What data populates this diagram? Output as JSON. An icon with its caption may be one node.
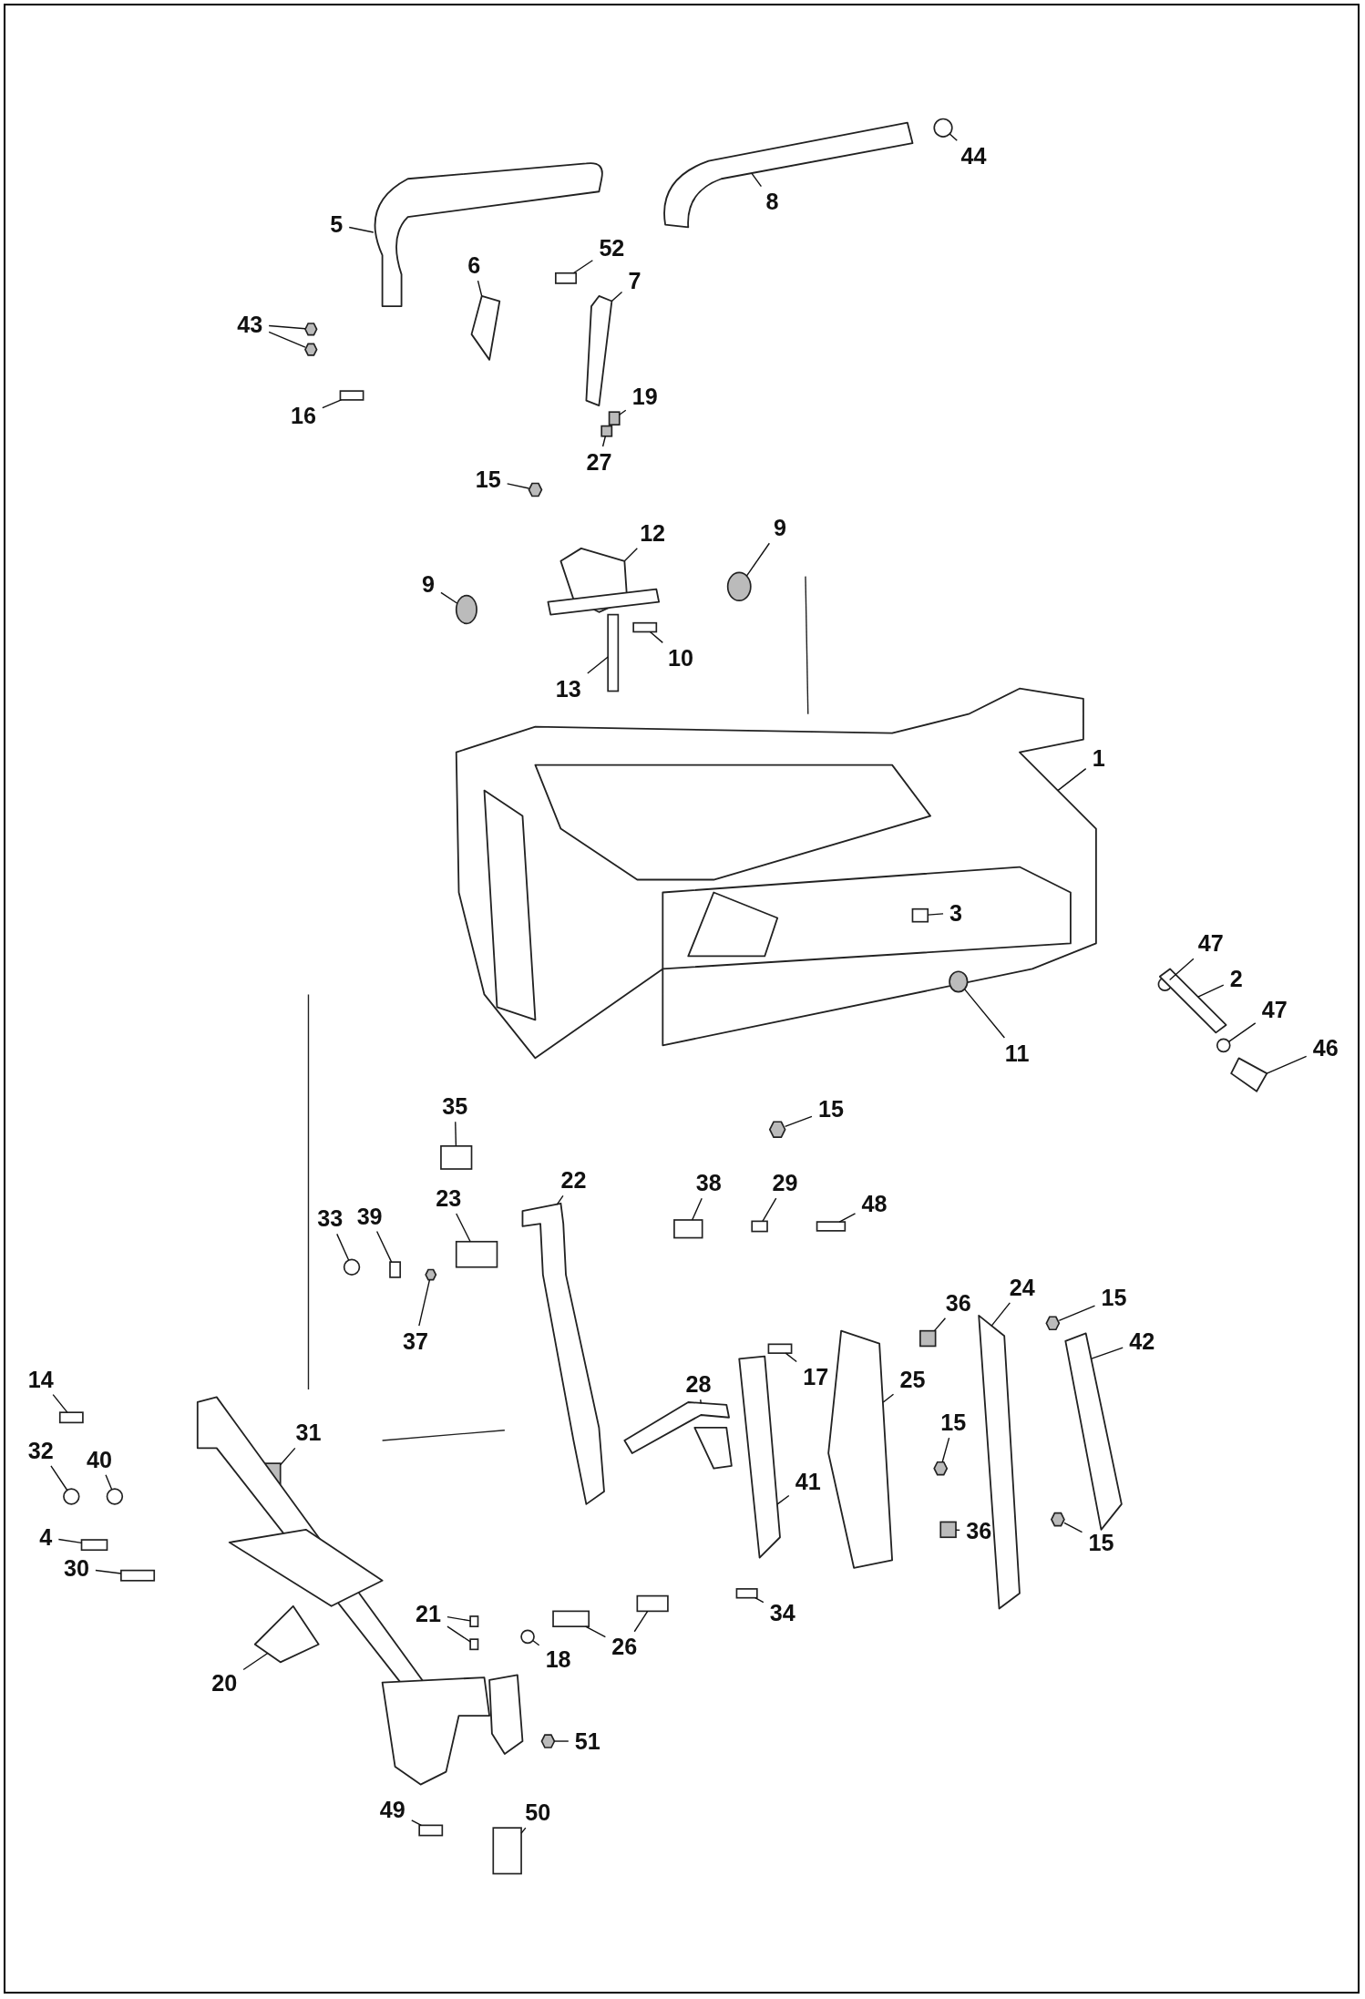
{
  "diagram": {
    "nodes": [
      {
        "text": [
          "44"
        ]
      },
      {
        "text": [
          "5"
        ]
      },
      {
        "text": [
          "8"
        ]
      },
      {
        "text": [
          "52"
        ]
      },
      {
        "text": [
          "6"
        ]
      },
      {
        "text": [
          "7"
        ]
      },
      {
        "text": [
          "43"
        ]
      },
      {
        "text": [
          "16"
        ]
      },
      {
        "text": [
          "19"
        ]
      },
      {
        "text": [
          "27"
        ]
      },
      {
        "text": [
          "15"
        ]
      },
      {
        "text": [
          "12"
        ]
      },
      {
        "text": [
          "9"
        ]
      },
      {
        "text": [
          "9"
        ]
      },
      {
        "text": [
          "10"
        ]
      },
      {
        "text": [
          "13"
        ]
      },
      {
        "text": [
          "1"
        ]
      },
      {
        "text": [
          "3"
        ],
        "in": 75
      },
      {
        "text": [
          "47"
        ]
      },
      {
        "text": [
          "2"
        ]
      },
      {
        "text": [
          "47"
        ]
      },
      {
        "text": [
          "11"
        ]
      },
      {
        "text": [
          "46"
        ]
      },
      {
        "text": [
          "15"
        ]
      },
      {
        "text": [
          "35"
        ]
      },
      {
        "text": [
          "22"
        ]
      },
      {
        "text": [
          "38"
        ]
      },
      {
        "text": [
          "29"
        ]
      },
      {
        "text": [
          "48"
        ]
      },
      {
        "text": [
          "23"
        ]
      },
      {
        "text": [
          "33"
        ]
      },
      {
        "text": [
          "39"
        ]
      },
      {
        "text": [
          "37"
        ]
      },
      {
        "text": [
          "36"
        ]
      },
      {
        "text": [
          "24"
        ]
      },
      {
        "text": [
          "15"
        ]
      },
      {
        "text": [
          "42"
        ]
      },
      {
        "text": [
          "14"
        ]
      },
      {
        "text": [
          "17"
        ]
      },
      {
        "text": [
          "28"
        ]
      },
      {
        "text": [
          "25"
        ]
      },
      {
        "text": [
          "31"
        ]
      },
      {
        "text": [
          "32"
        ]
      },
      {
        "text": [
          "40"
        ]
      },
      {
        "text": [
          "15"
        ]
      },
      {
        "text": [
          "41"
        ]
      },
      {
        "text": [
          "4"
        ]
      },
      {
        "text": [
          "36"
        ]
      },
      {
        "text": [
          "15"
        ]
      },
      {
        "text": [
          "30"
        ]
      },
      {
        "text": [
          "21"
        ]
      },
      {
        "text": [
          "34"
        ]
      },
      {
        "text": [
          "18"
        ]
      },
      {
        "text": [
          "26"
        ]
      },
      {
        "text": [
          "20"
        ]
      },
      {
        "text": [
          "51"
        ]
      },
      {
        "text": [
          "49"
        ]
      },
      {
        "text": [
          "50"
        ]
      },
      {
        "text": [],
        "shape": "circle"
      },
      {
        "text": [],
        "shape": "picture"
      },
      {
        "text": [],
        "shape": "picture"
      },
      {
        "text": [],
        "shape": "box"
      },
      {
        "text": [],
        "shape": "picture"
      },
      {
        "text": [],
        "shape": "picture"
      },
      {
        "text": [],
        "shape": "hexagon"
      },
      {
        "text": [],
        "shape": "hexagon"
      },
      {
        "text": [],
        "shape": "box"
      },
      {
        "text": [],
        "shape": "box"
      },
      {
        "text": [],
        "shape": "box"
      },
      {
        "text": [],
        "shape": "hexagon"
      },
      {
        "text": [],
        "shape": "picture"
      },
      {
        "text": [],
        "shape": "circle"
      },
      {
        "text": [],
        "shape": "circle"
      },
      {
        "text": [],
        "shape": "box"
      },
      {
        "text": [],
        "shape": "box"
      },
      {
        "text": [],
        "shape": "picture"
      },
      {
        "text": [],
        "shape": "box",
        "in": 75
      },
      {
        "text": [],
        "shape": "circle"
      },
      {
        "text": [],
        "shape": "picture"
      },
      {
        "text": [],
        "shape": "circle"
      },
      {
        "text": [],
        "shape": "circle",
        "in": 75
      },
      {
        "text": [],
        "shape": "picture"
      },
      {
        "text": [],
        "shape": "hexagon"
      },
      {
        "text": [],
        "shape": "box"
      },
      {
        "text": [],
        "shape": "picture"
      },
      {
        "text": [],
        "shape": "box"
      },
      {
        "text": [],
        "shape": "box"
      },
      {
        "text": [],
        "shape": "box"
      },
      {
        "text": [],
        "shape": "box"
      },
      {
        "text": [],
        "shape": "circle"
      },
      {
        "text": [],
        "shape": "box"
      },
      {
        "text": [],
        "shape": "hexagon"
      },
      {
        "text": [],
        "shape": "box"
      },
      {
        "text": [],
        "shape": "picture"
      },
      {
        "text": [],
        "shape": "hexagon"
      },
      {
        "text": [],
        "shape": "picture"
      },
      {
        "text": [],
        "shape": "box"
      },
      {
        "text": [],
        "shape": "box"
      },
      {
        "text": [],
        "shape": "picture"
      },
      {
        "text": [],
        "shape": "picture"
      },
      {
        "text": [],
        "shape": "box"
      },
      {
        "text": [],
        "shape": "circle"
      },
      {
        "text": [],
        "shape": "circle"
      },
      {
        "text": [],
        "shape": "hexagon"
      },
      {
        "text": [],
        "shape": "picture"
      },
      {
        "text": [],
        "shape": "box"
      },
      {
        "text": [],
        "shape": "box"
      },
      {
        "text": [],
        "shape": "hexagon"
      },
      {
        "text": [],
        "shape": "box"
      },
      {
        "text": [],
        "shape": "box"
      },
      {
        "text": [],
        "shape": "box"
      },
      {
        "text": [],
        "shape": "box"
      },
      {
        "text": [],
        "shape": "circle"
      },
      {
        "text": [],
        "shape": "box"
      },
      {
        "text": [],
        "shape": "box"
      },
      {
        "text": [],
        "shape": "picture"
      },
      {
        "text": [],
        "shape": "hexagon"
      },
      {
        "text": [],
        "shape": "box"
      },
      {
        "text": [],
        "shape": "box"
      }
    ],
    "edges": [
      {
        "from": 0,
        "to": 58,
        "arrow": "none"
      },
      {
        "from": 1,
        "to": 59,
        "arrow": "none"
      },
      {
        "from": 2,
        "to": 60,
        "arrow": "none"
      },
      {
        "from": 3,
        "to": 61,
        "arrow": "none"
      },
      {
        "from": 4,
        "to": 62,
        "arrow": "none"
      },
      {
        "from": 5,
        "to": 63,
        "arrow": "none"
      },
      {
        "from": 6,
        "to": 64,
        "arrow": "none"
      },
      {
        "from": 6,
        "to": 65,
        "arrow": "none"
      },
      {
        "from": 7,
        "to": 66,
        "arrow": "none"
      },
      {
        "from": 8,
        "to": 67,
        "arrow": "none"
      },
      {
        "from": 9,
        "to": 68,
        "arrow": "none"
      },
      {
        "from": 10,
        "to": 69,
        "arrow": "none"
      },
      {
        "from": 11,
        "to": 70,
        "arrow": "none"
      },
      {
        "from": 12,
        "to": 71,
        "arrow": "none"
      },
      {
        "from": 13,
        "to": 72,
        "arrow": "none"
      },
      {
        "from": 14,
        "to": 73,
        "arrow": "none"
      },
      {
        "from": 15,
        "to": 74,
        "arrow": "none"
      },
      {
        "from": 16,
        "to": 75,
        "arrow": "none"
      },
      {
        "from": 17,
        "to": 76,
        "arrow": "none"
      },
      {
        "from": 18,
        "to": 77,
        "arrow": "none"
      },
      {
        "from": 19,
        "to": 78,
        "arrow": "none"
      },
      {
        "from": 20,
        "to": 79,
        "arrow": "none"
      },
      {
        "from": 21,
        "to": 80,
        "arrow": "none"
      },
      {
        "from": 22,
        "to": 81,
        "arrow": "none"
      },
      {
        "from": 23,
        "to": 82,
        "arrow": "none"
      },
      {
        "from": 24,
        "to": 83,
        "arrow": "none"
      },
      {
        "from": 25,
        "to": 84,
        "arrow": "none"
      },
      {
        "from": 26,
        "to": 85,
        "arrow": "none"
      },
      {
        "from": 27,
        "to": 86,
        "arrow": "none"
      },
      {
        "from": 28,
        "to": 87,
        "arrow": "none"
      },
      {
        "from": 29,
        "to": 88,
        "arrow": "none"
      },
      {
        "from": 30,
        "to": 89,
        "arrow": "none"
      },
      {
        "from": 31,
        "to": 90,
        "arrow": "none"
      },
      {
        "from": 32,
        "to": 91,
        "arrow": "none"
      },
      {
        "from": 33,
        "to": 92,
        "arrow": "none"
      },
      {
        "from": 34,
        "to": 93,
        "arrow": "none"
      },
      {
        "from": 35,
        "to": 94,
        "arrow": "none"
      },
      {
        "from": 36,
        "to": 95,
        "arrow": "none"
      },
      {
        "from": 37,
        "to": 96,
        "arrow": "none"
      },
      {
        "from": 38,
        "to": 97,
        "arrow": "none"
      },
      {
        "from": 39,
        "to": 98,
        "arrow": "none"
      },
      {
        "from": 40,
        "to": 99,
        "arrow": "none"
      },
      {
        "from": 41,
        "to": 100,
        "arrow": "none"
      },
      {
        "from": 42,
        "to": 101,
        "arrow": "none"
      },
      {
        "from": 43,
        "to": 102,
        "arrow": "none"
      },
      {
        "from": 44,
        "to": 103,
        "arrow": "none"
      },
      {
        "from": 45,
        "to": 104,
        "arrow": "none"
      },
      {
        "from": 46,
        "to": 105,
        "arrow": "none"
      },
      {
        "from": 47,
        "to": 106,
        "arrow": "none"
      },
      {
        "from": 48,
        "to": 107,
        "arrow": "none"
      },
      {
        "from": 49,
        "to": 108,
        "arrow": "none"
      },
      {
        "from": 50,
        "to": 109,
        "arrow": "none"
      },
      {
        "from": 50,
        "to": 110,
        "arrow": "none"
      },
      {
        "from": 51,
        "to": 111,
        "arrow": "none"
      },
      {
        "from": 52,
        "to": 112,
        "arrow": "none"
      },
      {
        "from": 53,
        "to": 113,
        "arrow": "none"
      },
      {
        "from": 53,
        "to": 114,
        "arrow": "none"
      },
      {
        "from": 54,
        "to": 115,
        "arrow": "none"
      },
      {
        "from": 55,
        "to": 116,
        "arrow": "none"
      },
      {
        "from": 56,
        "to": 117,
        "arrow": "none"
      },
      {
        "from": 57,
        "to": 118,
        "arrow": "none"
      }
    ]
  }
}
